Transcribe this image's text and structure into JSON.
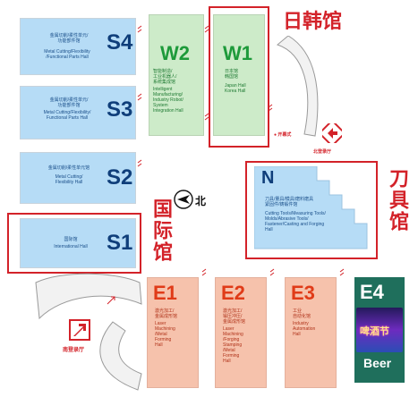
{
  "halls": {
    "s4": {
      "code": "S4",
      "cn": "金属切削/柔性单元/\n功能部件馆",
      "en": "Metal Cutting/Flexibility\n/Functional Parts Hall"
    },
    "s3": {
      "code": "S3",
      "cn": "金属切削/柔性单元/\n功能部件馆",
      "en": "Metal Cutting/Flexibility/\nFunctional Parts Hall"
    },
    "s2": {
      "code": "S2",
      "cn": "金属切削/柔性单元馆",
      "en": "Metal Cutting/\nFlexibility Hall"
    },
    "s1": {
      "code": "S1",
      "cn": "国际馆",
      "en": "International Hall"
    },
    "w2": {
      "code": "W2",
      "cn": "智能制造/\n工业机器人/\n系统集成馆",
      "en": "Intelligent\nManufacturing/\nIndustry Robot/\nSystem\nIntegration Hall"
    },
    "w1": {
      "code": "W1",
      "cn": "日本馆\n韩国馆",
      "en": "Japan Hall\nKorea Hall"
    },
    "n": {
      "code": "N",
      "cn": "刀具/量具/模具/磨料磨具\n紧固件/铸锻件馆",
      "en": "Cutting Tools/Measuring Tools/\nMolds/Abrasive Tools/\nFastener/Casting and Forging\nHall"
    },
    "e1": {
      "code": "E1",
      "cn": "激光加工/\n金属成形馆",
      "en": "Laser\nMachining\n/Metal\nForming\nHall"
    },
    "e2": {
      "code": "E2",
      "cn": "激光加工/\n锻压冲压/\n金属成形馆",
      "en": "Laser\nMachining\n/Forging\nStamping\n/Metal\nForming\nHall"
    },
    "e3": {
      "code": "E3",
      "cn": "工业\n自动化馆",
      "en": "Industry\nAutomation\nHall"
    },
    "e4": {
      "code": "E4",
      "promo": "啤酒节",
      "beer": "Beer"
    }
  },
  "regions": {
    "japan_korea": "日韩馆",
    "international": "国际馆",
    "tools": "刀具馆"
  },
  "entrances": {
    "opening": "● 开幕式",
    "north": "北登录厅",
    "south": "南登录厅"
  },
  "compass": {
    "north": "北"
  },
  "colors": {
    "red": "#d32229",
    "s_fill": "#b6dcf6",
    "w_fill": "#cdebc9",
    "e_fill": "#f6c2ac",
    "e4_fill": "#1f6f5c"
  }
}
